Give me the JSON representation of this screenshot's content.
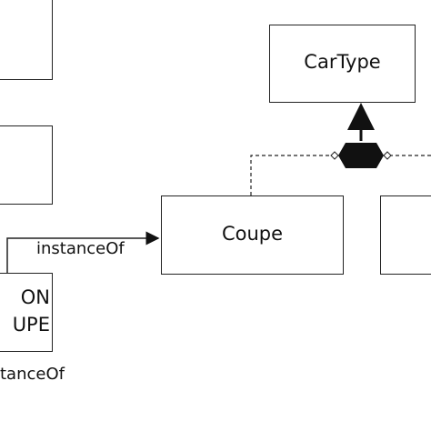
{
  "nodes": {
    "cartype": {
      "label": "CarType"
    },
    "coupe": {
      "label": "Coupe"
    },
    "left_bottom": {
      "line1": "ON",
      "line2": "UPE"
    }
  },
  "edges": {
    "instance_of_label": "instanceOf",
    "instance_of_bottom_label": "tanceOf"
  },
  "colors": {
    "stroke": "#222222",
    "text": "#111111"
  }
}
